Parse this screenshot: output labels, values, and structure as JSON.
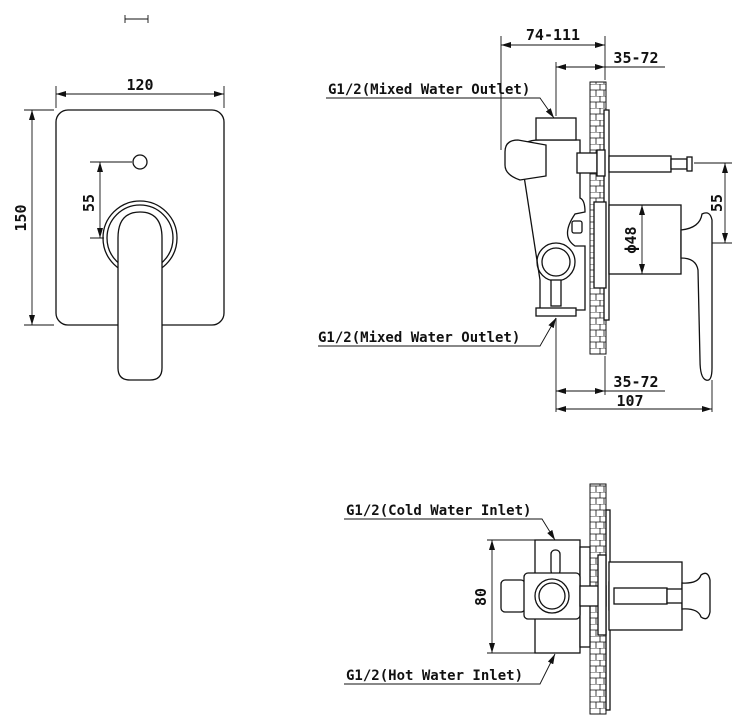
{
  "front_view": {
    "width_dim": "120",
    "height_dim": "150",
    "offset_dim": "55"
  },
  "side_view": {
    "depth_range_dim": "74-111",
    "wall_range_top_dim": "35-72",
    "wall_range_bottom_dim": "35-72",
    "total_depth_dim": "107",
    "handle_offset_dim": "55",
    "diameter_dim": "ϕ48",
    "top_outlet_label": "G1/2(Mixed Water Outlet)",
    "bottom_outlet_label": "G1/2(Mixed Water Outlet)"
  },
  "bottom_view": {
    "height_dim": "80",
    "cold_inlet_label": "G1/2(Cold Water Inlet)",
    "hot_inlet_label": "G1/2(Hot Water Inlet)"
  }
}
